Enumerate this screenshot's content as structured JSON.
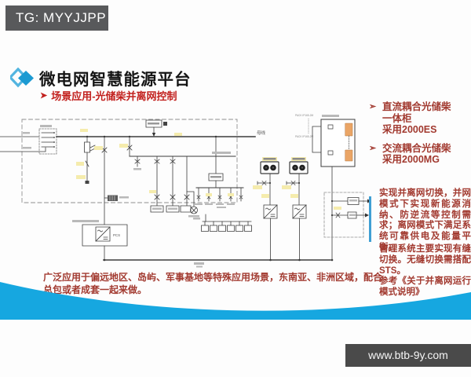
{
  "badge": {
    "label": "TG: MYYJJPP"
  },
  "header": {
    "title": "微电网智慧能源平台",
    "subtitle_arrow": "➤",
    "subtitle": "场景应用-光储柴并离网控制"
  },
  "right_panel": {
    "bullets": [
      {
        "arrow": "➢",
        "line1": "直流耦合光储柴",
        "line2": "一体柜",
        "line3": "采用2000ES"
      },
      {
        "arrow": "➢",
        "line1": "交流耦合光储柴",
        "line2": "采用2000MG",
        "line3": ""
      }
    ],
    "paragraph1": "实现并离网切换，并网模式下实现新能源消纳、防逆流等控制需求；离网模式下满足系统可靠供电及能量平衡。",
    "paragraph2": "管理系统主要实现有缝切换。无缝切换需搭配STS。",
    "paragraph3": "参考《关于并离网运行模式说明》"
  },
  "bottom_note": {
    "text": "广泛应用于偏远地区、岛屿、军事基地等特殊应用场景，东南亚、非洲区域，配合总包或者成套一起来做。"
  },
  "footer": {
    "url": "www.btb-9y.com"
  },
  "diagram": {
    "bus_label": "母线",
    "pcs_label": "PCS",
    "pack_label_1": "PACK IP165-2M",
    "pack_label_2": "PACK IP165-2M"
  },
  "colors": {
    "badge_bg": "#58595b",
    "accent_blue": "#1b9ad2",
    "wave_blue": "#16a7e0",
    "subtitle_red": "#c2211e",
    "text_red": "#a23a30",
    "footer_bg": "#4a4a4a",
    "highlight_yellow": "#f5ecad",
    "battery_orange": "#eaa566"
  }
}
